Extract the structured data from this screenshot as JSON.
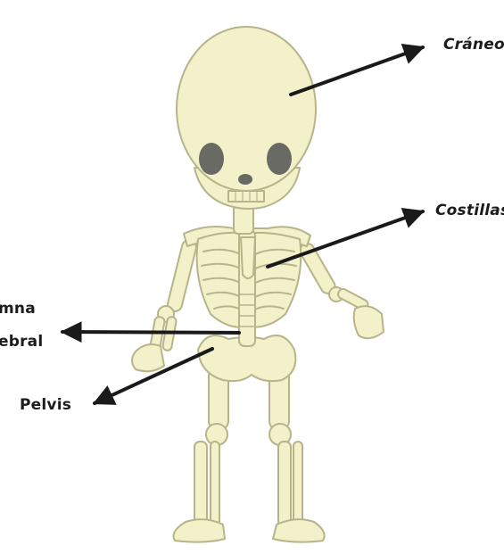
{
  "labels": {
    "craneo": "Cráneo",
    "costillas": "Costillas",
    "columna_line1": "mna",
    "columna_line2": "ebral",
    "pelvis": "Pelvis"
  },
  "icons": {
    "figure": "skeleton-illustration",
    "arrows": "arrow-icon"
  },
  "colors": {
    "bone_fill": "#f3f1c9",
    "bone_outline": "#b8b48a",
    "eye_socket": "#6a6a64",
    "arrow": "#1a1a1a",
    "text": "#1c1c1c",
    "background": "#ffffff"
  }
}
